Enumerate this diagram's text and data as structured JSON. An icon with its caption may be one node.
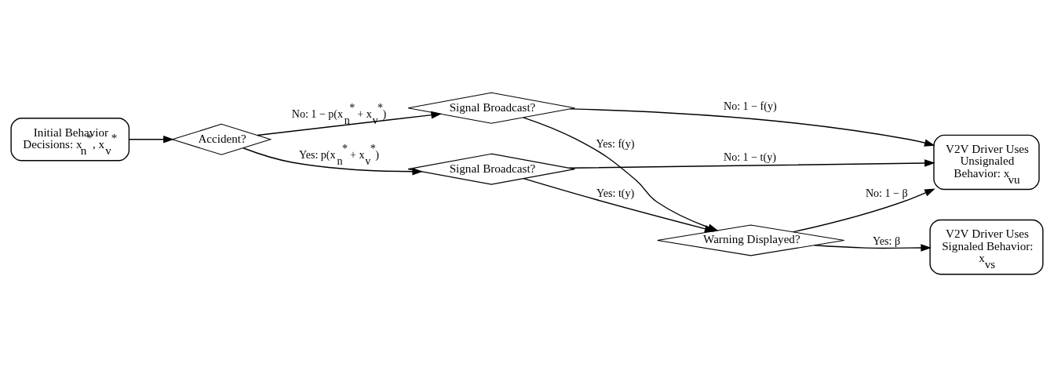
{
  "diagram": {
    "nodes": [
      {
        "text": [
          "Initial Behavior Decisions: x$_{n}$$^{*}$, x$_{v}$$^{*}$"
        ]
      },
      {
        "text": [
          "Accident?"
        ]
      },
      {
        "text": [
          "Signal Broadcast?"
        ]
      },
      {
        "text": [
          "Signal Broadcast?"
        ]
      },
      {
        "text": [
          "Warning Displayed?"
        ]
      },
      {
        "text": [
          "V2V Driver Uses Signaled Behavior: x$_{vs}$"
        ]
      },
      {
        "text": [
          "V2V Driver Uses Unsignaled Behavior: x$_{vu}$"
        ]
      }
    ],
    "edges": [
      {
        "from": 0,
        "to": 1,
        "arrow": "to"
      },
      {
        "from": 1,
        "to": 2,
        "arrow": "to",
        "label": "Yes: p(x$_{n}$$^{*}$ + x$_{v}$$^{*}$)"
      },
      {
        "from": 1,
        "to": 3,
        "arrow": "to",
        "label": "No: 1 − p(x$_{n}$$^{*}$ + x$_{v}$$^{*}$)"
      },
      {
        "from": 2,
        "to": 4,
        "arrow": "to",
        "label": "Yes: t(y)"
      },
      {
        "from": 2,
        "to": 6,
        "arrow": "to",
        "label": "No: 1 − t(y)"
      },
      {
        "from": 3,
        "to": 4,
        "arrow": "to",
        "label": "Yes: f(y)"
      },
      {
        "from": 3,
        "to": 6,
        "arrow": "to",
        "label": "No: 1 − f(y)"
      },
      {
        "from": 4,
        "to": 5,
        "arrow": "to",
        "label": "Yes: β"
      },
      {
        "from": 4,
        "to": 6,
        "arrow": "to",
        "label": "No: 1 − β"
      }
    ]
  }
}
